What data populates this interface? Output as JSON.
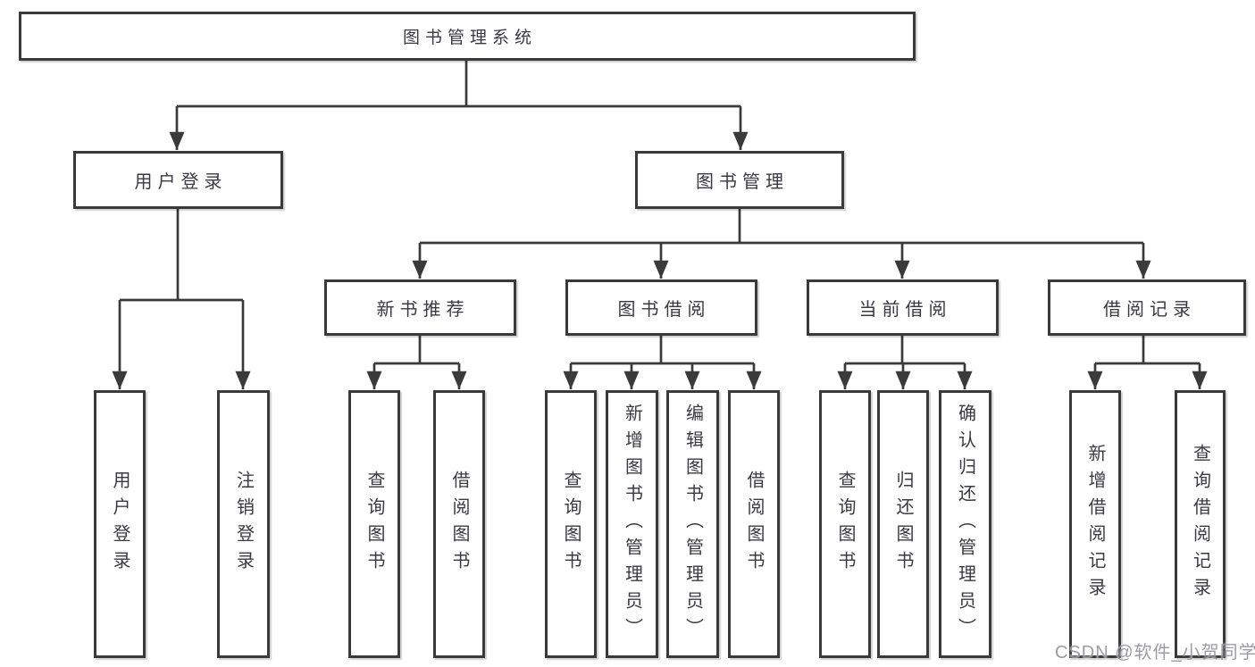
{
  "root": {
    "label": "图书管理系统",
    "children": [
      {
        "label": "用户登录",
        "children": [
          {
            "label": "用户登录"
          },
          {
            "label": "注销登录"
          }
        ]
      },
      {
        "label": "图书管理",
        "children": [
          {
            "label": "新书推荐",
            "children": [
              {
                "label": "查询图书"
              },
              {
                "label": "借阅图书"
              }
            ]
          },
          {
            "label": "图书借阅",
            "children": [
              {
                "label": "查询图书"
              },
              {
                "label": "新增图书（管理员）"
              },
              {
                "label": "编辑图书（管理员）"
              },
              {
                "label": "借阅图书"
              }
            ]
          },
          {
            "label": "当前借阅",
            "children": [
              {
                "label": "查询图书"
              },
              {
                "label": "归还图书"
              },
              {
                "label": "确认归还（管理员）"
              }
            ]
          },
          {
            "label": "借阅记录",
            "children": [
              {
                "label": "新增借阅记录"
              },
              {
                "label": "查询借阅记录"
              }
            ]
          }
        ]
      }
    ]
  },
  "watermark": {
    "text": "CSDN @软件_小贺同学"
  },
  "colors": {
    "line": "#3a3a3a",
    "box_border": "#3a3a3a",
    "text": "#3a3a40",
    "watermark": "#94949b",
    "background": "#ffffff"
  }
}
